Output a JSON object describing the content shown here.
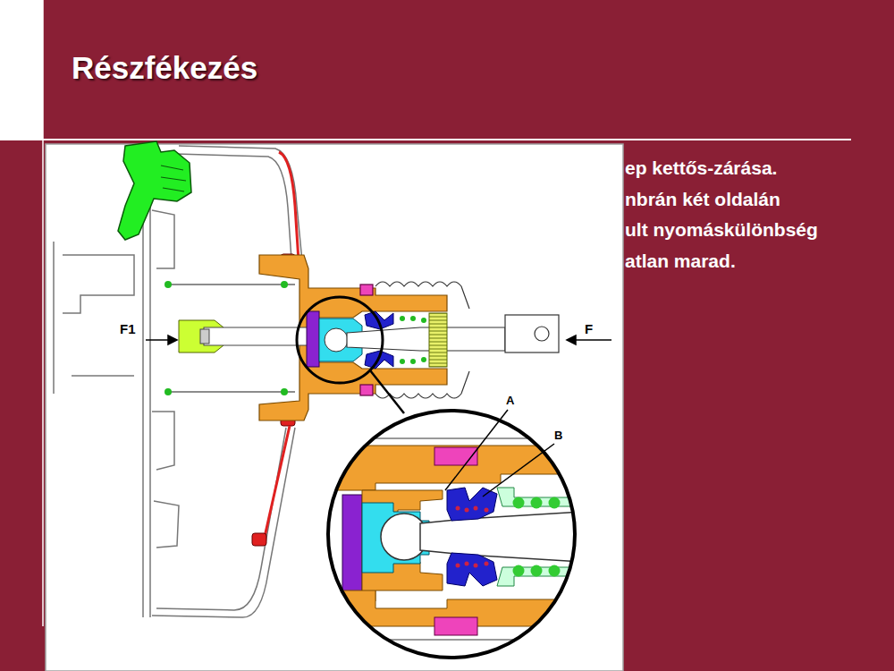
{
  "diagram": {
    "title": "Részfékezés",
    "labels": [
      "ep kettős-zárása.",
      "nbrán két oldalán",
      "ult nyomáskülönbség",
      "atlan marad.",
      "F1",
      "F",
      "A",
      "B"
    ]
  }
}
